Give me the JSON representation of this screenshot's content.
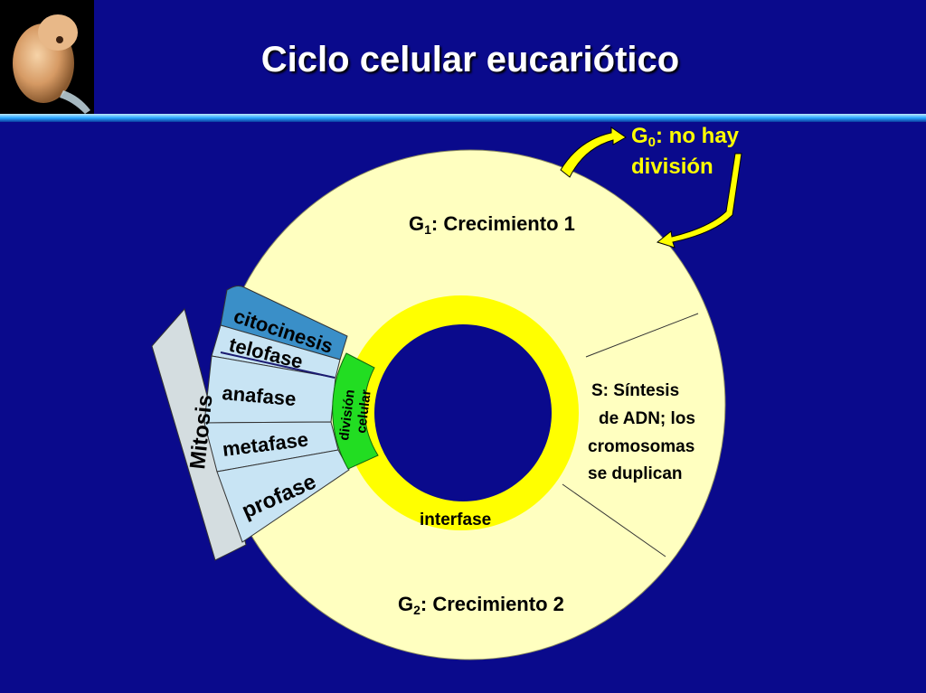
{
  "title": "Ciclo celular eucariótico",
  "colors": {
    "background": "#0a0a8c",
    "cycle": "#ffffc0",
    "interphase_ring": "#ffff00",
    "cell_division": "#22dd22",
    "mitosis_band": "#d4dde0",
    "phase_fill": "#c8e4f4",
    "cytokinesis": "#3a8fc8",
    "arrow": "#ffff00"
  },
  "diagram": {
    "g0": {
      "symbol": "G",
      "subscript": "0",
      "line1": ": no hay",
      "line2": "división"
    },
    "g1": {
      "symbol": "G",
      "subscript": "1",
      "text": ": Crecimiento 1"
    },
    "g2": {
      "symbol": "G",
      "subscript": "2",
      "text": ": Crecimiento 2"
    },
    "s_phase": {
      "lines": [
        "S: Síntesis",
        "de ADN; los",
        "cromosomas",
        "se duplican"
      ]
    },
    "interphase": "interfase",
    "cell_division": {
      "line1": "división",
      "line2": "celular"
    },
    "mitosis": "Mitosis",
    "phases": {
      "cytokinesis": "citocinesis",
      "telophase": "telofase",
      "anaphase": "anafase",
      "metaphase": "metafase",
      "prophase": "profase"
    }
  }
}
